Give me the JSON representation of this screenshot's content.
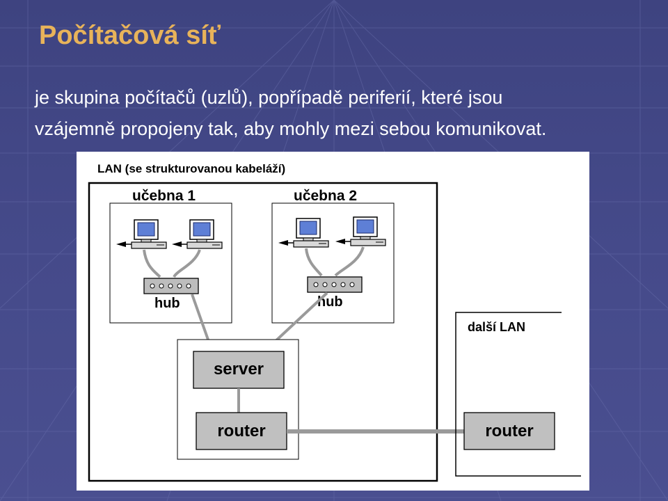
{
  "slide": {
    "title": "Počítačová síť",
    "body_line1": "je  skupina počítačů (uzlů), popřípadě periferií, které jsou",
    "body_line2": "vzájemně propojeny tak, aby mohly mezi sebou komunikovat."
  },
  "diagram": {
    "lan_label": "LAN (se strukturovanou kabeláží)",
    "room1_label": "učebna 1",
    "room2_label": "učebna 2",
    "hub1_label": "hub",
    "hub2_label": "hub",
    "server_label": "server",
    "router_label": "router",
    "other_lan_label": "další LAN",
    "router2_label": "router"
  }
}
